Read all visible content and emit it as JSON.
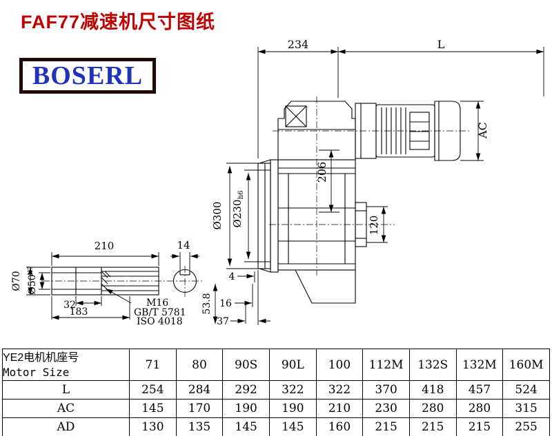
{
  "page": {
    "title": "FAF77减速机尺寸图纸",
    "brand": "BOSERL"
  },
  "colors": {
    "title_red": "#c00000",
    "brand_blue": "#2233bb",
    "brand_border": "#200a05",
    "line": "#000000"
  },
  "dims": {
    "d234": "234",
    "dL": "L",
    "dAC": "AC",
    "d206": "206",
    "d300": "Ø300",
    "d230": "Ø230",
    "d230_suffix": "h6",
    "d120": "120",
    "d210": "210",
    "d14": "14",
    "d4": "4",
    "d16": "16",
    "d37": "37",
    "d53_8": "53.8",
    "d70": "Ø70",
    "d50": "Ø50",
    "d50_sup": "H7",
    "d32": "32",
    "d183": "183",
    "note_m16": "M16",
    "note_gb": "GB/T 5781",
    "note_iso": "ISO 4018"
  },
  "table": {
    "header_cn": "YE2电机机座号",
    "header_en": "Motor Size",
    "columns": [
      "71",
      "80",
      "90S",
      "90L",
      "100",
      "112M",
      "132S",
      "132M",
      "160M"
    ],
    "rows": [
      {
        "label": "L",
        "values": [
          "254",
          "284",
          "292",
          "322",
          "322",
          "370",
          "418",
          "457",
          "524"
        ]
      },
      {
        "label": "AC",
        "values": [
          "145",
          "170",
          "190",
          "190",
          "210",
          "230",
          "280",
          "280",
          "315"
        ]
      },
      {
        "label": "AD",
        "values": [
          "130",
          "135",
          "145",
          "145",
          "160",
          "215",
          "215",
          "215",
          "255"
        ]
      }
    ]
  }
}
